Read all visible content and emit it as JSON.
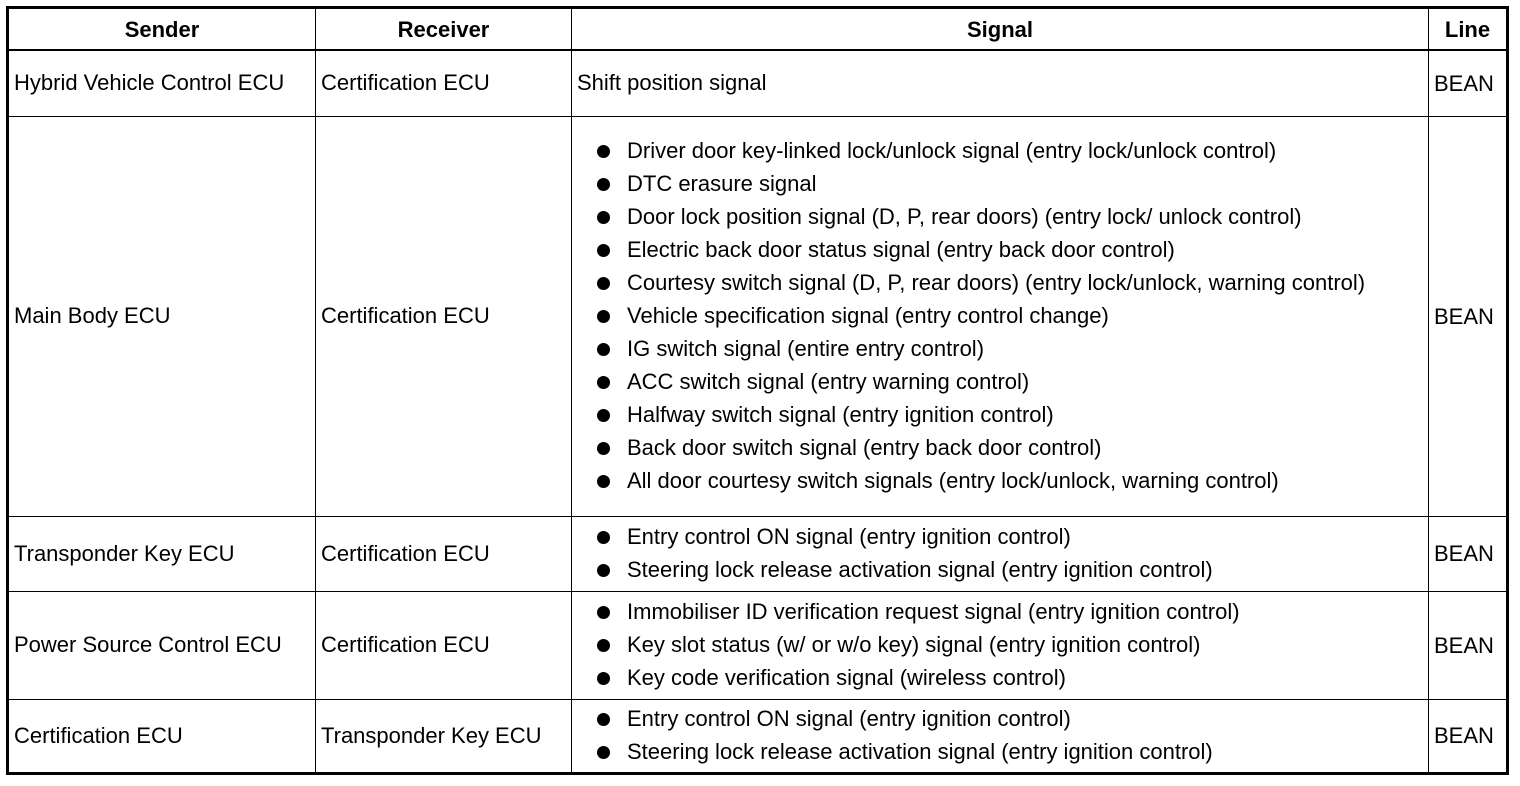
{
  "headers": {
    "sender": "Sender",
    "receiver": "Receiver",
    "signal": "Signal",
    "line": "Line"
  },
  "rows": [
    {
      "sender": "Hybrid Vehicle Control ECU",
      "receiver": "Certification ECU",
      "signal_text": "Shift position signal",
      "line": "BEAN"
    },
    {
      "sender": "Main Body ECU",
      "receiver": "Certification ECU",
      "signals": [
        "Driver door key-linked lock/unlock signal (entry lock/unlock control)",
        "DTC erasure signal",
        "Door lock position signal (D, P, rear doors) (entry lock/ unlock control)",
        "Electric back door status signal (entry back door control)",
        "Courtesy switch signal (D, P, rear doors) (entry lock/unlock, warning control)",
        "Vehicle specification signal (entry control change)",
        "IG switch signal (entire entry control)",
        "ACC switch signal (entry warning control)",
        "Halfway switch signal (entry ignition control)",
        "Back door switch signal (entry back door control)",
        "All door courtesy switch signals (entry lock/unlock, warning control)"
      ],
      "line": "BEAN"
    },
    {
      "sender": "Transponder Key ECU",
      "receiver": "Certification ECU",
      "signals": [
        "Entry control ON signal (entry ignition control)",
        "Steering lock release activation signal (entry ignition control)"
      ],
      "line": "BEAN"
    },
    {
      "sender": "Power Source Control ECU",
      "receiver": "Certification ECU",
      "signals": [
        "Immobiliser ID verification request signal (entry ignition control)",
        "Key slot status (w/ or w/o key) signal (entry ignition control)",
        "Key code verification signal (wireless control)"
      ],
      "line": "BEAN"
    },
    {
      "sender": "Certification ECU",
      "receiver": "Transponder Key ECU",
      "signals": [
        "Entry control ON signal (entry ignition control)",
        "Steering lock release activation signal (entry ignition control)"
      ],
      "line": "BEAN"
    }
  ]
}
